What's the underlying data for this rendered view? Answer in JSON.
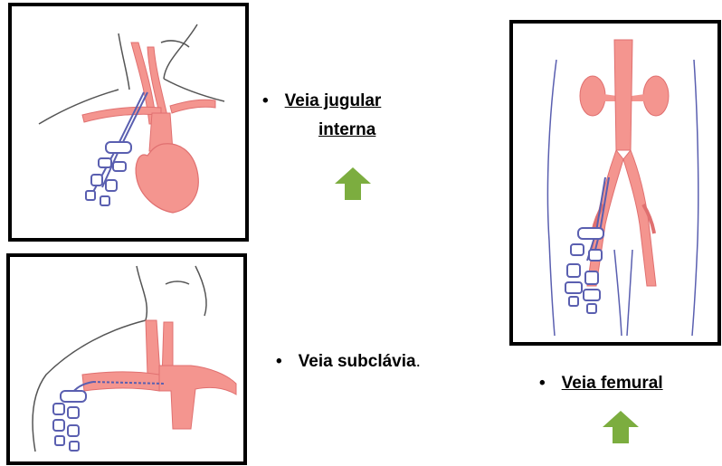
{
  "labels": {
    "jugular_line1": "Veia jugular",
    "jugular_line2": "interna",
    "subclavia": "Veia subclávia",
    "subclavia_period": ".",
    "femoral": "Veia femural",
    "bullet": "•"
  },
  "colors": {
    "vessel": "#f4958f",
    "vessel_outline": "#e07070",
    "catheter": "#5a5fb0",
    "outline": "#555555",
    "arrow_green": "#7cad3f",
    "frame": "#000000"
  },
  "icons": [
    "up-arrow-icon",
    "up-arrow-icon"
  ]
}
